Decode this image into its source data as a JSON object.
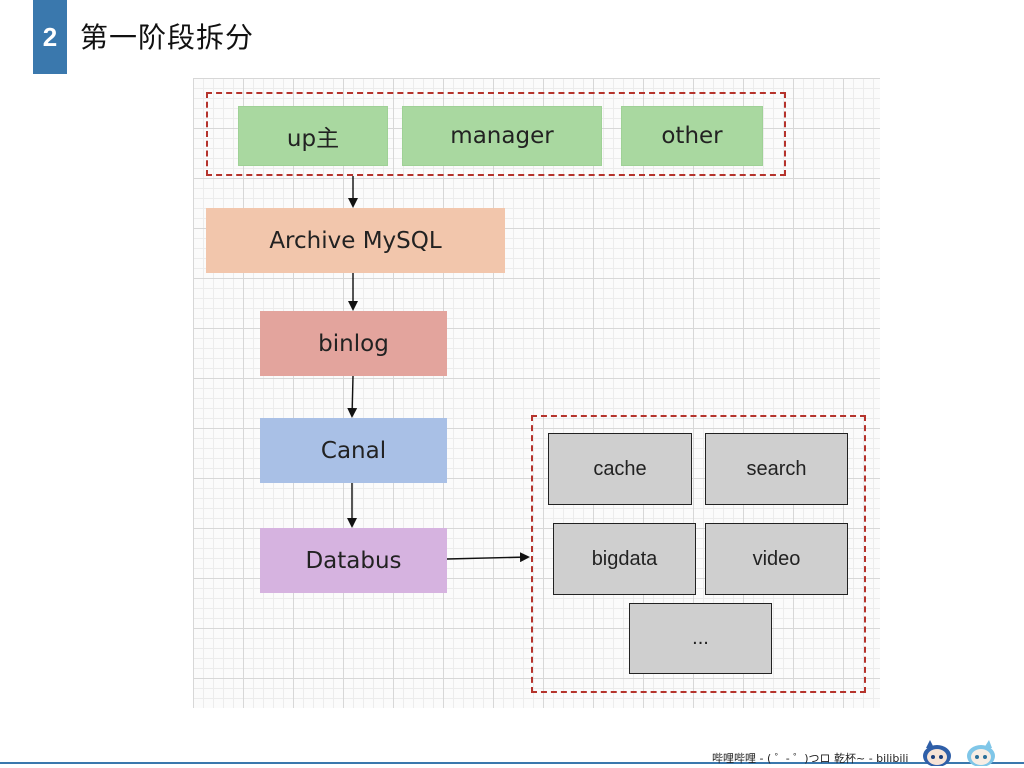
{
  "slide": {
    "number": "2",
    "title": "第一阶段拆分"
  },
  "diagram": {
    "sources": [
      "up主",
      "manager",
      "other"
    ],
    "pipeline": [
      "Archive MySQL",
      "binlog",
      "Canal",
      "Databus"
    ],
    "consumers": [
      "cache",
      "search",
      "bigdata",
      "video",
      "..."
    ]
  },
  "colors": {
    "accent": "#3a78ad",
    "dashed_border": "#b5332c",
    "source_fill": "#a9d8a0",
    "archive_fill": "#f2c6ac",
    "binlog_fill": "#e3a49d",
    "canal_fill": "#a9c0e6",
    "databus_fill": "#d6b3e0",
    "consumer_fill": "#cfcfcf"
  },
  "footer": {
    "text": "哔哩哔哩 - ( ゜- ゜)つロ 乾杯~ - bilibili",
    "icons": [
      "mascot-22-icon",
      "mascot-33-icon"
    ]
  }
}
